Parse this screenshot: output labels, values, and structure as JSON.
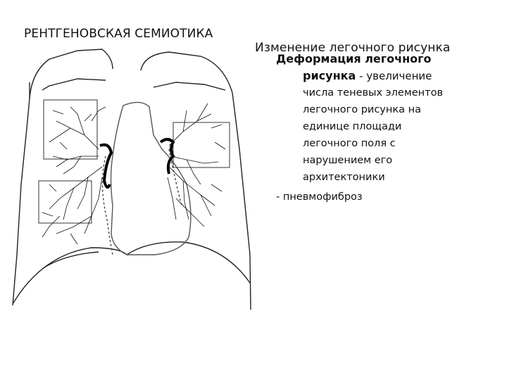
{
  "header": {
    "title_left": "РЕНТГЕНОВСКАЯ СЕМИОТИКА",
    "title_right": "Изменение легочного рисунка"
  },
  "content": {
    "heading_line1": "Деформация легочного",
    "heading_line2": "рисунка",
    "heading_rest": " - увеличение",
    "description_lines": [
      "числа теневых элементов",
      "легочного рисунка на",
      "единице площади",
      "легочного поля с",
      "нарушением его",
      "архитектоники"
    ],
    "bullet": "- пневмофиброз"
  }
}
